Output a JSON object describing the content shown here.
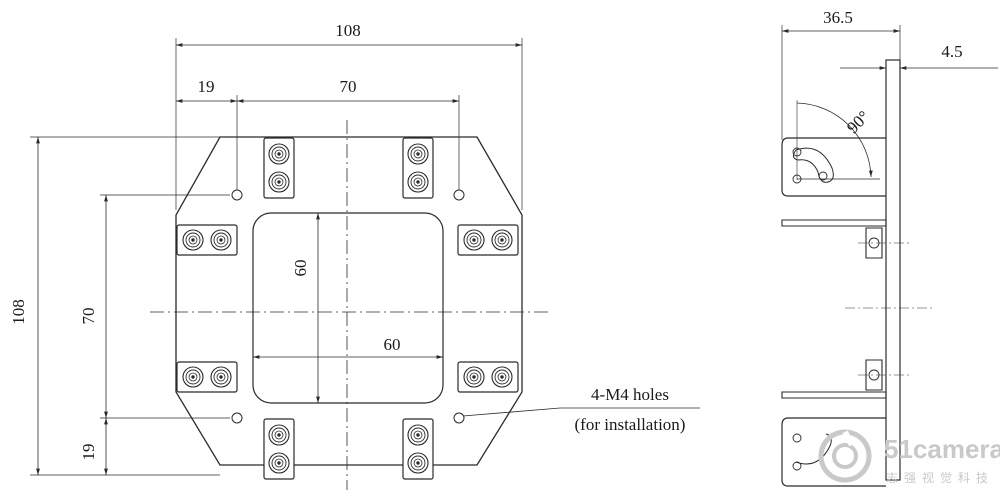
{
  "front_view": {
    "dim_overall_width": "108",
    "dim_left_offset": "19",
    "dim_hole_spacing_horizontal": "70",
    "dim_overall_height": "108",
    "dim_hole_spacing_vertical": "70",
    "dim_bottom_offset": "19",
    "dim_window_height": "60",
    "dim_window_width": "60",
    "note_line1": "4-M4 holes",
    "note_line2": "(for installation)"
  },
  "side_view": {
    "dim_depth": "36.5",
    "dim_thickness": "4.5",
    "angle_label": "90°"
  },
  "watermark": {
    "brand": "51camera",
    "tagline": "志强视觉科技"
  },
  "colors": {
    "line": "#2b2b2b",
    "text": "#1a1a1a",
    "watermark": "#c9c9c9"
  }
}
